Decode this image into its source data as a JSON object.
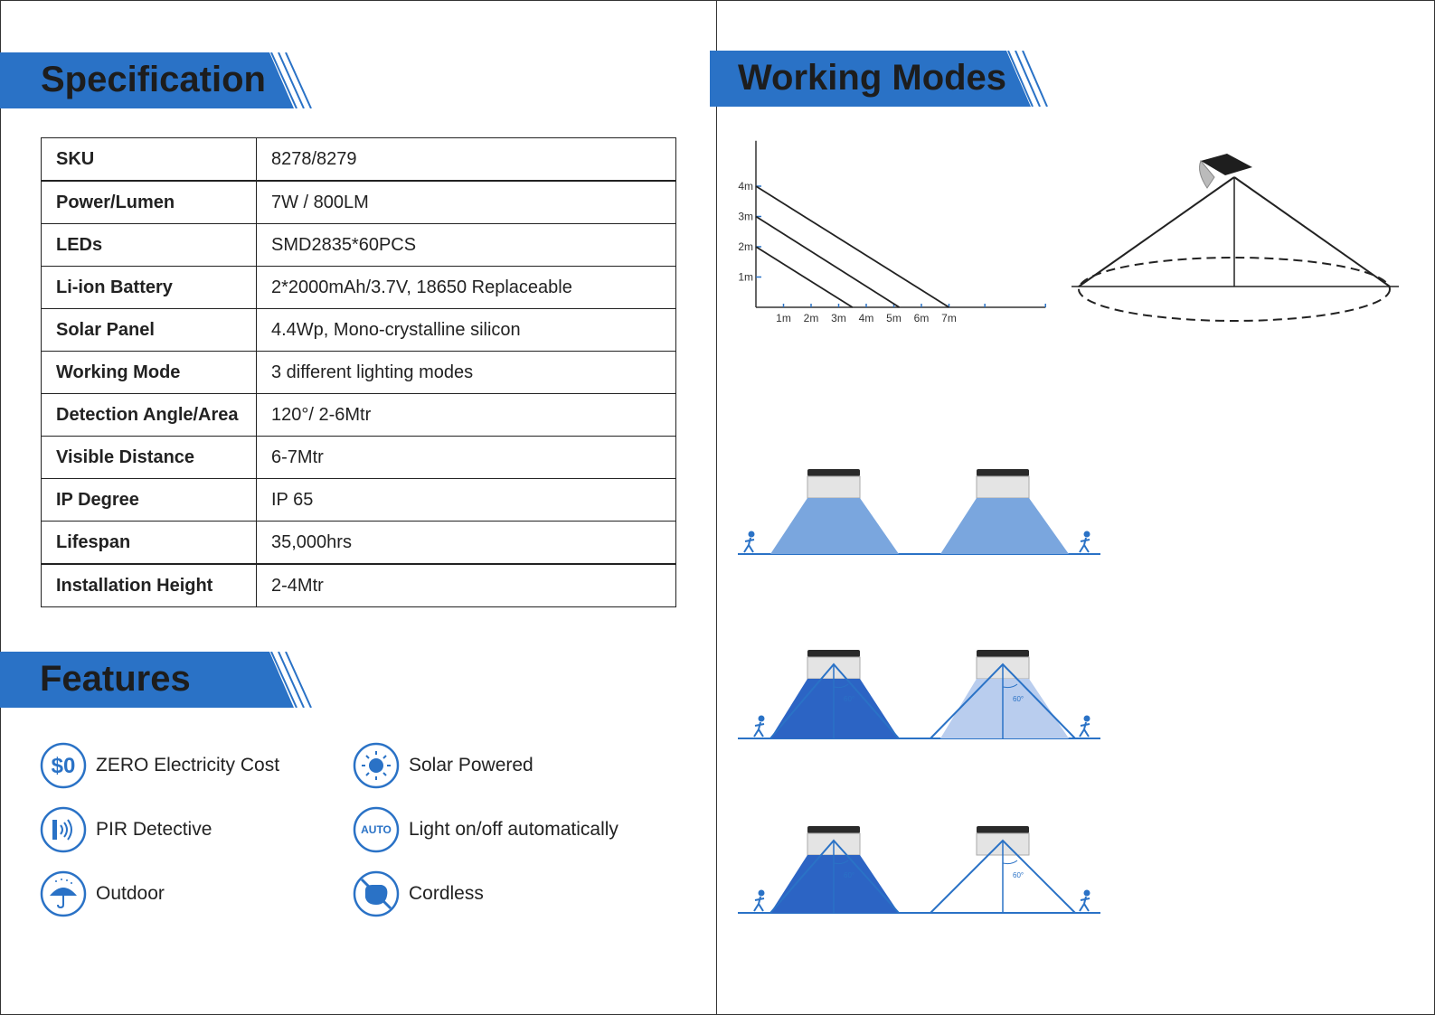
{
  "spec": {
    "title": "Specification",
    "rows": [
      {
        "label": "SKU",
        "value": "8278/8279"
      },
      {
        "label": "Power/Lumen",
        "value": "7W / 800LM"
      },
      {
        "label": "LEDs",
        "value": "SMD2835*60PCS"
      },
      {
        "label": "Li-ion Battery",
        "value": "2*2000mAh/3.7V, 18650 Replaceable"
      },
      {
        "label": "Solar Panel",
        "value": "4.4Wp, Mono-crystalline silicon"
      },
      {
        "label": "Working Mode",
        "value": "3 different lighting modes"
      },
      {
        "label": "Detection Angle/Area",
        "value": "120°/ 2-6Mtr"
      },
      {
        "label": "Visible Distance",
        "value": "6-7Mtr"
      },
      {
        "label": "IP Degree",
        "value": "IP 65"
      },
      {
        "label": "Lifespan",
        "value": "35,000hrs"
      },
      {
        "label": "Installation Height",
        "value": "2-4Mtr"
      }
    ]
  },
  "features": {
    "title": "Features",
    "items": [
      {
        "label": "ZERO Electricity Cost",
        "icon": "zero-cost-icon",
        "icon_text": "$0"
      },
      {
        "label": "Solar Powered",
        "icon": "sun-icon"
      },
      {
        "label": "PIR Detective",
        "icon": "pir-sensor-icon"
      },
      {
        "label": "Light on/off automatically",
        "icon": "auto-icon",
        "icon_text": "AUTO"
      },
      {
        "label": "Outdoor",
        "icon": "umbrella-icon"
      },
      {
        "label": "Cordless",
        "icon": "cordless-icon"
      }
    ]
  },
  "modes": {
    "title": "Working Modes",
    "angle_label": "60°"
  },
  "chart_data": {
    "type": "line",
    "title": "",
    "xlabel": "",
    "ylabel": "",
    "x_ticks": [
      "1m",
      "2m",
      "3m",
      "4m",
      "5m",
      "6m",
      "7m"
    ],
    "y_ticks": [
      "1m",
      "2m",
      "3m",
      "4m"
    ],
    "xlim": [
      0,
      10.5
    ],
    "ylim": [
      0,
      5.5
    ],
    "series": [
      {
        "points": [
          [
            0,
            4
          ],
          [
            7,
            0
          ]
        ]
      },
      {
        "points": [
          [
            0,
            3
          ],
          [
            5.2,
            0
          ]
        ]
      },
      {
        "points": [
          [
            0,
            2
          ],
          [
            3.5,
            0
          ]
        ]
      }
    ]
  },
  "colors": {
    "accent": "#2a72c6",
    "light_blue": "#7aa6de",
    "dark_blue": "#2c64c4",
    "pale_blue": "#b9cdee"
  }
}
